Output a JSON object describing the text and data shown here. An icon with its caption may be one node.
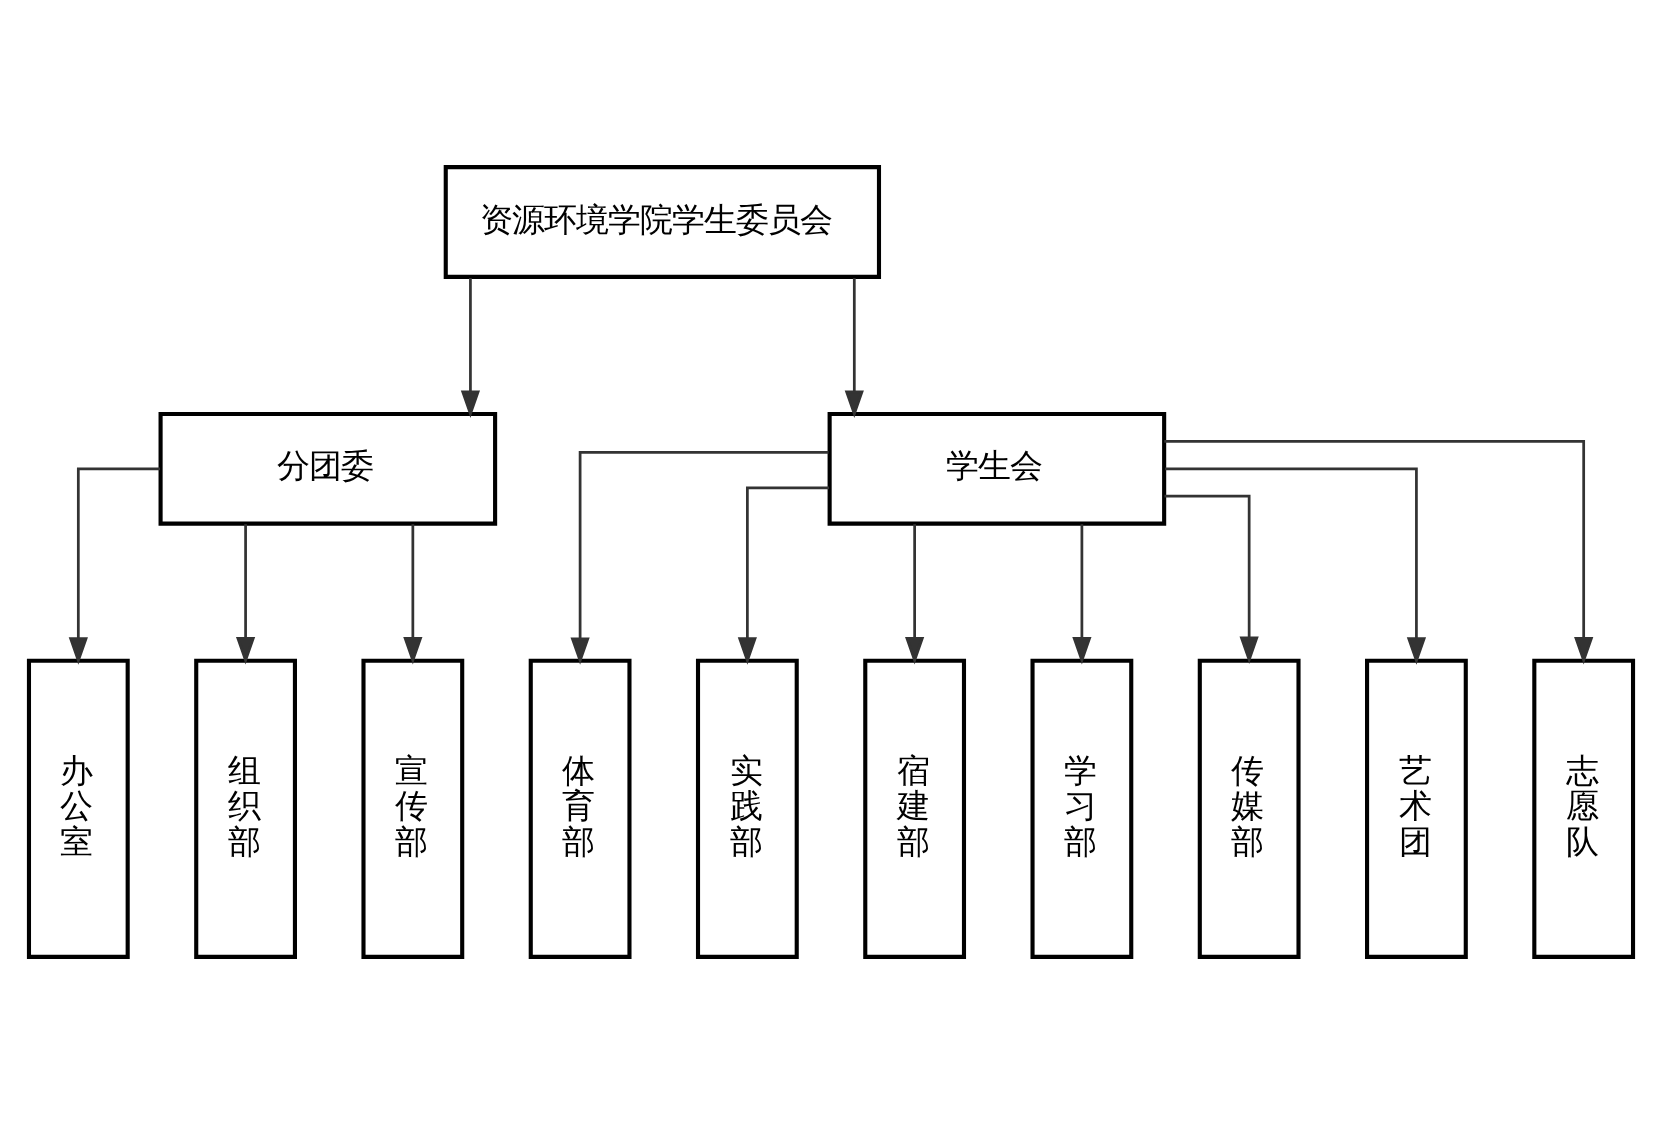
{
  "diagram": {
    "nodes": [
      {
        "text": [
          "资源环境学院学生委员会"
        ]
      },
      {
        "text": [
          "分团委"
        ]
      },
      {
        "text": [
          "学生会"
        ]
      },
      {
        "text": [
          "办公室"
        ]
      },
      {
        "text": [
          "组织部"
        ]
      },
      {
        "text": [
          "宣传部"
        ]
      },
      {
        "text": [
          "体育部"
        ]
      },
      {
        "text": [
          "实践部"
        ]
      },
      {
        "text": [
          "宿建部"
        ]
      },
      {
        "text": [
          "学习部"
        ]
      },
      {
        "text": [
          "传媒部"
        ]
      },
      {
        "text": [
          "艺术团"
        ]
      },
      {
        "text": [
          "志愿队"
        ]
      }
    ],
    "edges": [
      {
        "from": 0,
        "to": 1,
        "arrow": "to"
      },
      {
        "from": 0,
        "to": 2,
        "arrow": "to"
      },
      {
        "from": 1,
        "to": 3,
        "arrow": "to"
      },
      {
        "from": 1,
        "to": 4,
        "arrow": "to"
      },
      {
        "from": 1,
        "to": 5,
        "arrow": "to"
      },
      {
        "from": 2,
        "to": 6,
        "arrow": "to"
      },
      {
        "from": 2,
        "to": 7,
        "arrow": "to"
      },
      {
        "from": 2,
        "to": 8,
        "arrow": "to"
      },
      {
        "from": 2,
        "to": 9,
        "arrow": "to"
      },
      {
        "from": 2,
        "to": 10,
        "arrow": "to"
      },
      {
        "from": 2,
        "to": 11,
        "arrow": "to"
      },
      {
        "from": 2,
        "to": 12,
        "arrow": "to"
      }
    ]
  }
}
